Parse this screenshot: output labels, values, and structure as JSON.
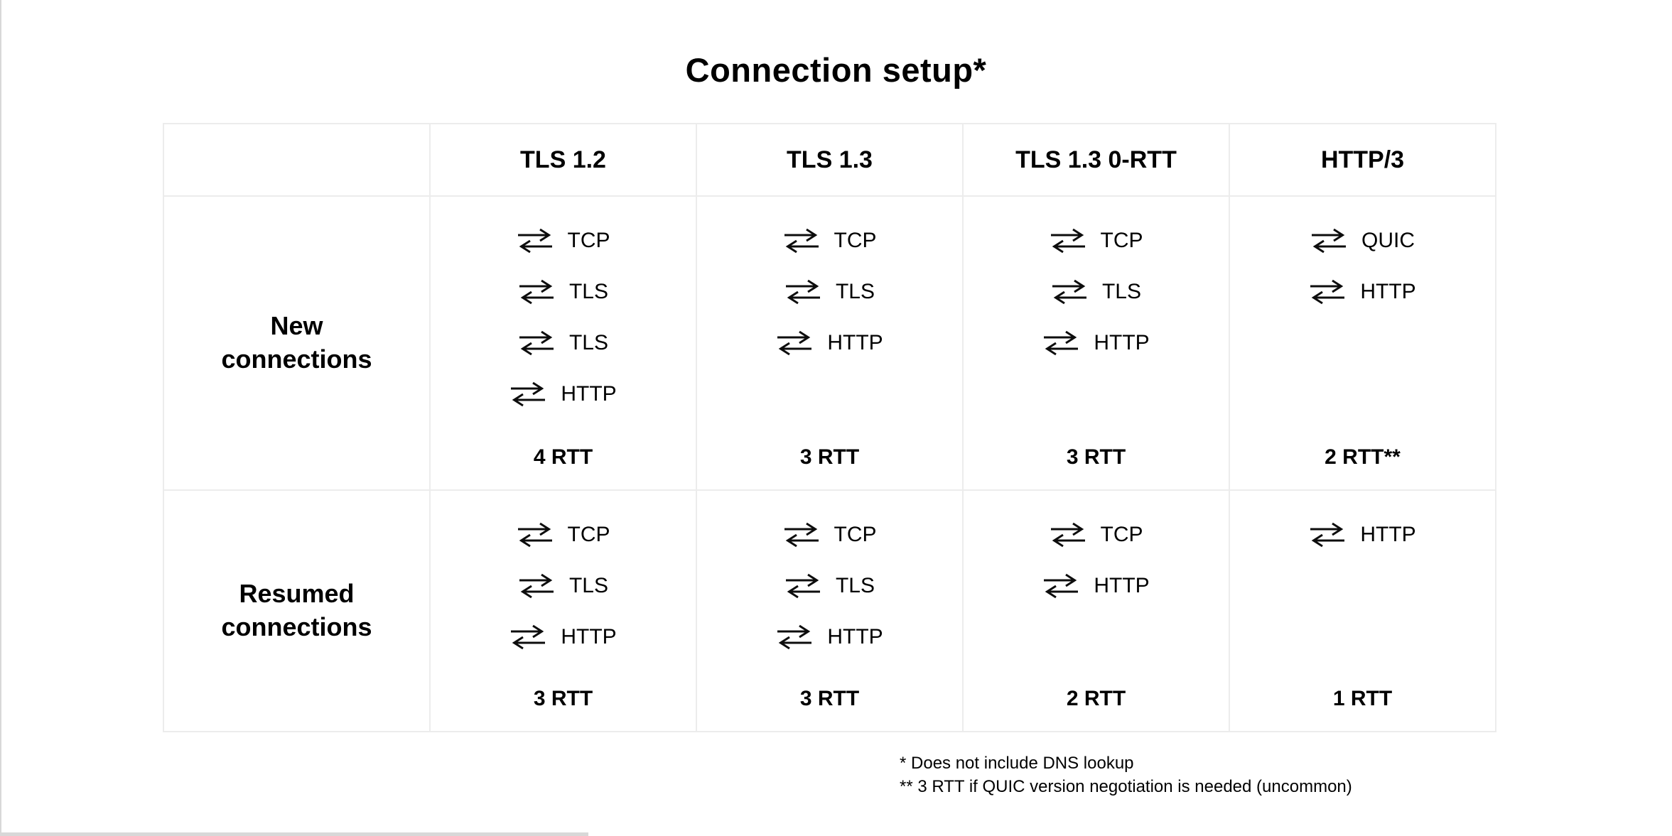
{
  "page": {
    "title": "Connection setup*"
  },
  "table": {
    "column_headers": [
      "",
      "TLS 1.2",
      "TLS 1.3",
      "TLS 1.3 0-RTT",
      "HTTP/3"
    ],
    "rows": [
      {
        "label": "New connections",
        "cells": [
          {
            "steps": [
              "TCP",
              "TLS",
              "TLS",
              "HTTP"
            ],
            "rtt": "4 RTT"
          },
          {
            "steps": [
              "TCP",
              "TLS",
              "HTTP"
            ],
            "rtt": "3 RTT"
          },
          {
            "steps": [
              "TCP",
              "TLS",
              "HTTP"
            ],
            "rtt": "3 RTT"
          },
          {
            "steps": [
              "QUIC",
              "HTTP"
            ],
            "rtt": "2 RTT**"
          }
        ]
      },
      {
        "label": "Resumed connections",
        "cells": [
          {
            "steps": [
              "TCP",
              "TLS",
              "HTTP"
            ],
            "rtt": "3 RTT"
          },
          {
            "steps": [
              "TCP",
              "TLS",
              "HTTP"
            ],
            "rtt": "3 RTT"
          },
          {
            "steps": [
              "TCP",
              "HTTP"
            ],
            "rtt": "2 RTT"
          },
          {
            "steps": [
              "HTTP"
            ],
            "rtt": "1 RTT"
          }
        ]
      }
    ]
  },
  "footnotes": [
    "* Does not include DNS lookup",
    "** 3 RTT if QUIC version negotiation is needed (uncommon)"
  ],
  "icons": {
    "round_trip_arrows": "⇄"
  },
  "colors": {
    "text": "#000000",
    "grid_border": "#ececec",
    "page_edge": "#d8d8d8",
    "background": "#ffffff"
  }
}
